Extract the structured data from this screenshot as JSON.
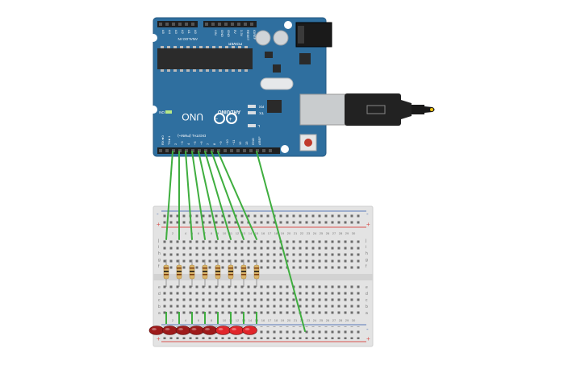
{
  "board": {
    "analog_header": "ANALOG IN",
    "analog_pins": [
      "A5",
      "A4",
      "A3",
      "A2",
      "A1",
      "A0"
    ],
    "power_header": "POWER",
    "power_pins": [
      "VIN",
      "GND",
      "GND",
      "5V",
      "3.3V",
      "RESET",
      "IOREF"
    ],
    "brand": "ARDUINO",
    "model": "UNO",
    "on_label": "ON",
    "tx": "TX",
    "rx": "RX",
    "l": "L",
    "digital_header": "DIGITAL (PWM~)",
    "digital_pins": [
      "RX◄0",
      "TX►1",
      "2",
      "~3",
      "4",
      "~5",
      "~6",
      "7",
      "8",
      "~9",
      "~10",
      "~11",
      "12",
      "13",
      "GND",
      "AREF"
    ],
    "colors": {
      "pcb": "#2f6f9f",
      "pcb_edge": "#245a83",
      "chip": "#2b2b2b",
      "header": "#1f1f1f"
    }
  },
  "breadboard": {
    "column_numbers": [
      "1",
      "2",
      "3",
      "4",
      "5",
      "6",
      "7",
      "8",
      "9",
      "10",
      "11",
      "12",
      "13",
      "14",
      "15",
      "16",
      "17",
      "18",
      "19",
      "20",
      "21",
      "22",
      "23",
      "24",
      "25",
      "26",
      "27",
      "28",
      "29",
      "30"
    ],
    "row_letters_top": [
      "j",
      "i",
      "h",
      "g",
      "f"
    ],
    "row_letters_bottom": [
      "e",
      "d",
      "c",
      "b",
      "a"
    ],
    "rail_plus": "+",
    "rail_minus": "-",
    "colors": {
      "body": "#e3e3e3",
      "hole": "#6b6b6b",
      "rail_red": "#d9534f",
      "rail_blue": "#5a7ab8"
    }
  },
  "components": {
    "resistor_count": 8,
    "led_count": 8,
    "led_colors": [
      "#9e1b1b",
      "#9e1b1b",
      "#9e1b1b",
      "#9e1b1b",
      "#9e1b1b",
      "#e0262b",
      "#e0262b",
      "#e0262b"
    ],
    "wire_color": "#3fae3f",
    "usb_cable_color": "#222222"
  }
}
